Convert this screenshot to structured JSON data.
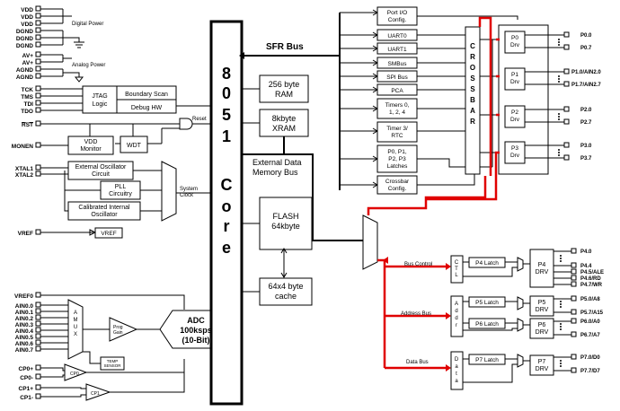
{
  "left_pins": {
    "power": [
      "VDD",
      "VDD",
      "VDD",
      "DGND",
      "DGND",
      "DGND"
    ],
    "analog_power": [
      "AV+",
      "AV+",
      "AGND",
      "AGND"
    ],
    "jtag": [
      "TCK",
      "TMS",
      "TDI",
      "TDO"
    ],
    "rst": "RST",
    "monen": "MONEN",
    "xtal": [
      "XTAL1",
      "XTAL2"
    ],
    "vref": "VREF",
    "analog_in": [
      "VREF0",
      "AIN0.0",
      "AIN0.1",
      "AIN0.2",
      "AIN0.3",
      "AIN0.4",
      "AIN0.5",
      "AIN0.6",
      "AIN0.7"
    ],
    "comparator": [
      "CP0+",
      "CP0-",
      "CP1+",
      "CP1-"
    ]
  },
  "labels": {
    "digital_power": "Digital Power",
    "analog_power": "Analog Power",
    "jtag_logic": "JTAG Logic",
    "boundary_scan": "Boundary Scan",
    "debug_hw": "Debug HW",
    "reset": "Reset",
    "vdd_monitor": "VDD Monitor",
    "wdt": "WDT",
    "ext_osc": "External Oscillator Circuit",
    "pll": "PLL Circuitry",
    "cal_osc": "Calibrated Internal Oscillator",
    "system_clock": "System Clock",
    "vref_box": "VREF",
    "core": [
      "8",
      "0",
      "5",
      "1",
      "C",
      "o",
      "r",
      "e"
    ],
    "sfr_bus": "SFR Bus",
    "ram": "256 byte RAM",
    "xram": "8kbyte XRAM",
    "ext_bus": "External Data Memory Bus",
    "flash": "FLASH 64kbyte",
    "cache": "64x4 byte cache",
    "amux": "AMUX",
    "pga": "Prog Gain",
    "temp": "TEMP SENSOR",
    "adc": "ADC 100ksps (10-Bit)",
    "cp0": "CP0",
    "cp1": "CP1",
    "crossbar": [
      "C",
      "R",
      "O",
      "S",
      "S",
      "B",
      "A",
      "R"
    ],
    "bus_control": "Bus Control",
    "address_bus": "Address Bus",
    "data_bus": "Data Bus",
    "ctl": "CTL",
    "addr": "Addr",
    "data": "Data"
  },
  "sfr_peripherals": [
    "Port I/O Config.",
    "UART0",
    "UART1",
    "SMBus",
    "SPI Bus",
    "PCA",
    "Timers 0, 1, 2, 4",
    "Timer 3/ RTC",
    "P0, P1, P2, P3 Latches",
    "Crossbar Config."
  ],
  "port_drivers": [
    {
      "label": "P0 Drv",
      "pins": [
        "P0.0",
        "P0.7"
      ]
    },
    {
      "label": "P1 Drv",
      "pins": [
        "P1.0/AIN2.0",
        "P1.7/AIN2.7"
      ]
    },
    {
      "label": "P2 Drv",
      "pins": [
        "P2.0",
        "P2.7"
      ]
    },
    {
      "label": "P3 Drv",
      "pins": [
        "P3.0",
        "P3.7"
      ]
    }
  ],
  "latches": {
    "p4": "P4 Latch",
    "p5": "P5 Latch",
    "p6": "P6 Latch",
    "p7": "P7 Latch"
  },
  "drivers": {
    "p4": "P4 DRV",
    "p5": "P5 DRV",
    "p6": "P6 DRV",
    "p7": "P7 DRV"
  },
  "right_pins": {
    "p4": [
      "P4.0",
      "P4.4",
      "P4.5/ALE",
      "P4.6/RD",
      "P4.7/WR"
    ],
    "p5": [
      "P5.0/A8",
      "P5.7/A15"
    ],
    "p6": [
      "P6.0/A0",
      "P6.7/A7"
    ],
    "p7": [
      "P7.0/D0",
      "P7.7/D7"
    ]
  },
  "colors": {
    "red_bus": "#e00000",
    "line": "#000000"
  }
}
